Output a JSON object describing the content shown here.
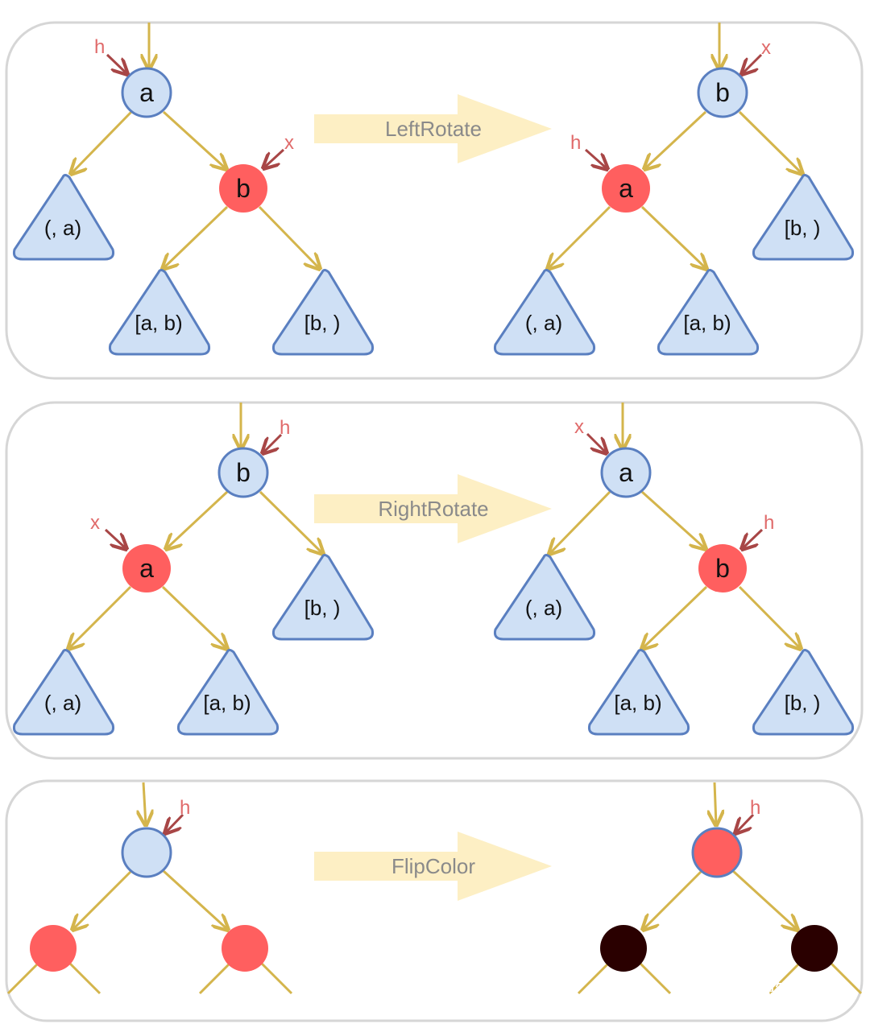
{
  "colors": {
    "black_node": "#cfe0f5",
    "red_node": "#ff5f5f",
    "dark_node": "#2a0000",
    "node_stroke": "#5a7fc0",
    "edge": "#d4b54c",
    "pointer": "#a84646",
    "pointer_text": "#e06a6a",
    "op_arrow": "#fdefc4",
    "panel_border": "#d6d6d6"
  },
  "panels": [
    {
      "operation": "LeftRotate",
      "before": {
        "nodes": [
          {
            "label": "a",
            "color": "black"
          },
          {
            "label": "b",
            "color": "red"
          }
        ],
        "subtrees": [
          "(, a)",
          "[a, b)",
          "[b, )"
        ],
        "pointers": [
          "h",
          "x"
        ]
      },
      "after": {
        "nodes": [
          {
            "label": "b",
            "color": "black"
          },
          {
            "label": "a",
            "color": "red"
          }
        ],
        "subtrees": [
          "[b, )",
          "(, a)",
          "[a, b)"
        ],
        "pointers": [
          "x",
          "h"
        ]
      }
    },
    {
      "operation": "RightRotate",
      "before": {
        "nodes": [
          {
            "label": "b",
            "color": "black"
          },
          {
            "label": "a",
            "color": "red"
          }
        ],
        "subtrees": [
          "[b, )",
          "(, a)",
          "[a, b)"
        ],
        "pointers": [
          "h",
          "x"
        ]
      },
      "after": {
        "nodes": [
          {
            "label": "a",
            "color": "black"
          },
          {
            "label": "b",
            "color": "red"
          }
        ],
        "subtrees": [
          "(, a)",
          "[a, b)",
          "[b, )"
        ],
        "pointers": [
          "x",
          "h"
        ]
      }
    },
    {
      "operation": "FlipColor",
      "before": {
        "nodes": [
          {
            "label": "",
            "color": "black"
          },
          {
            "label": "",
            "color": "red"
          },
          {
            "label": "",
            "color": "red"
          }
        ],
        "pointers": [
          "h"
        ]
      },
      "after": {
        "nodes": [
          {
            "label": "",
            "color": "red"
          },
          {
            "label": "",
            "color": "dark"
          },
          {
            "label": "",
            "color": "dark"
          }
        ],
        "pointers": [
          "h"
        ]
      }
    }
  ],
  "watermark": {
    "icon": "wechat-icon",
    "text": "源知源为"
  }
}
